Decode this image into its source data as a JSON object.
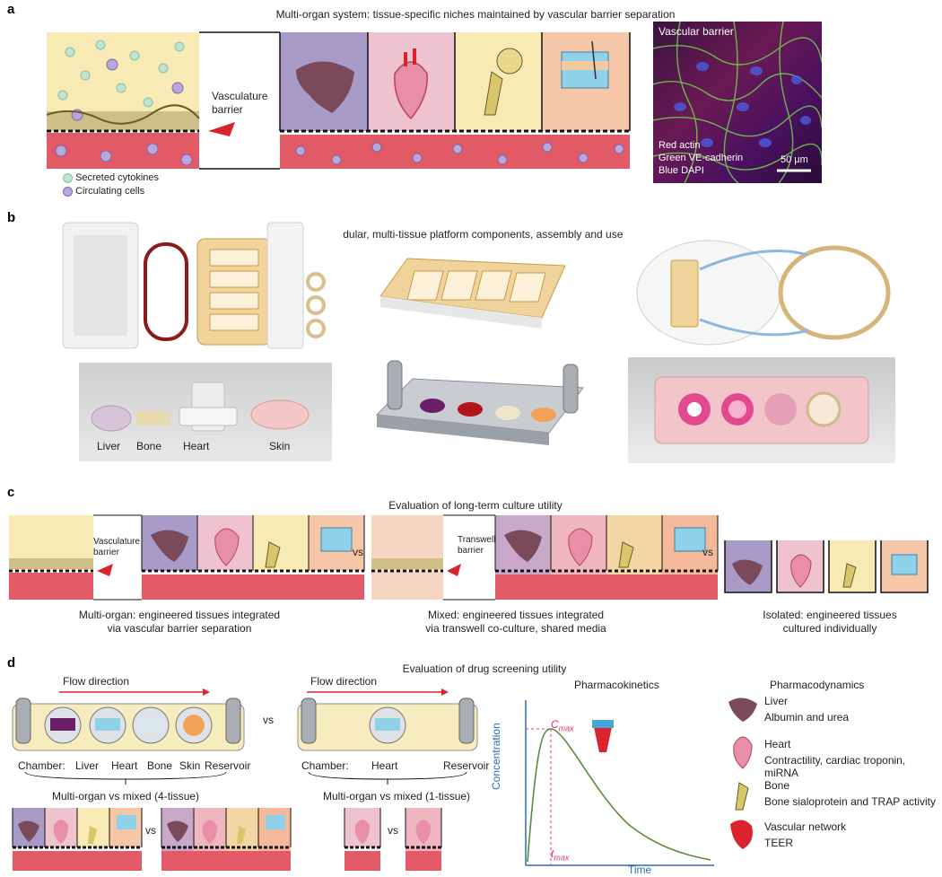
{
  "panel_a": {
    "label": "a",
    "title": "Multi-organ system: tissue-specific niches maintained by vascular barrier separation",
    "barrier_label": "Vasculature\nbarrier",
    "legend": {
      "cytokines": "Secreted cytokines",
      "circulating": "Circulating cells"
    },
    "micrograph": {
      "title": "Vascular barrier",
      "lines": [
        "Red actin",
        "Green VE-cadherin",
        "Blue DAPI"
      ],
      "scale": "50 μm"
    }
  },
  "panel_b": {
    "label": "b",
    "title": "Modular, multi-tissue platform components, assembly and use",
    "tissues": [
      "Liver",
      "Bone",
      "Heart",
      "Skin"
    ]
  },
  "panel_c": {
    "label": "c",
    "title": "Evaluation of long-term culture utility",
    "barrier1": "Vasculature\nbarrier",
    "barrier2": "Transwell\nbarrier",
    "vs": "vs",
    "captions": [
      [
        "Multi-organ: engineered tissues integrated",
        "via vascular barrier separation"
      ],
      [
        "Mixed: engineered tissues integrated",
        "via transwell co-culture, shared media"
      ],
      [
        "Isolated: engineered tissues",
        "cultured individually"
      ]
    ]
  },
  "panel_d": {
    "label": "d",
    "title": "Evaluation of drug screening utility",
    "flow": "Flow direction",
    "vs": "vs",
    "chambers_left": [
      "Chamber:",
      "Liver",
      "Heart",
      "Bone",
      "Skin",
      "Reservoir"
    ],
    "chambers_right": [
      "Chamber:",
      "Heart",
      "Reservoir"
    ],
    "compare_left": "Multi-organ vs mixed (4-tissue)",
    "compare_right": "Multi-organ vs mixed (1-tissue)",
    "pk": {
      "title": "Pharmacokinetics",
      "ylabel": "Concentration",
      "xlabel": "Time",
      "cmax": "C",
      "cmax_sub": "max",
      "tmax": "t",
      "tmax_sub": "max"
    },
    "pd": {
      "title": "Pharmacodynamics",
      "items": [
        {
          "name": "Liver",
          "desc": "Albumin and urea"
        },
        {
          "name": "Heart",
          "desc": "Contractility, cardiac troponin, miRNA"
        },
        {
          "name": "Bone",
          "desc": "Bone sialoprotein and TRAP activity"
        },
        {
          "name": "Vascular network",
          "desc": "TEER"
        }
      ]
    }
  },
  "colors": {
    "liver_bg": "#a99bc7",
    "heart_bg": "#efc2cf",
    "bone_bg": "#f8eab5",
    "skin_bg": "#f6c6a8",
    "vessel": "#e25a66",
    "accent_red": "#d9232d",
    "curve": "#5a8c3a",
    "axis_blue": "#2a6db3",
    "cmax_pink": "#e0307a"
  }
}
